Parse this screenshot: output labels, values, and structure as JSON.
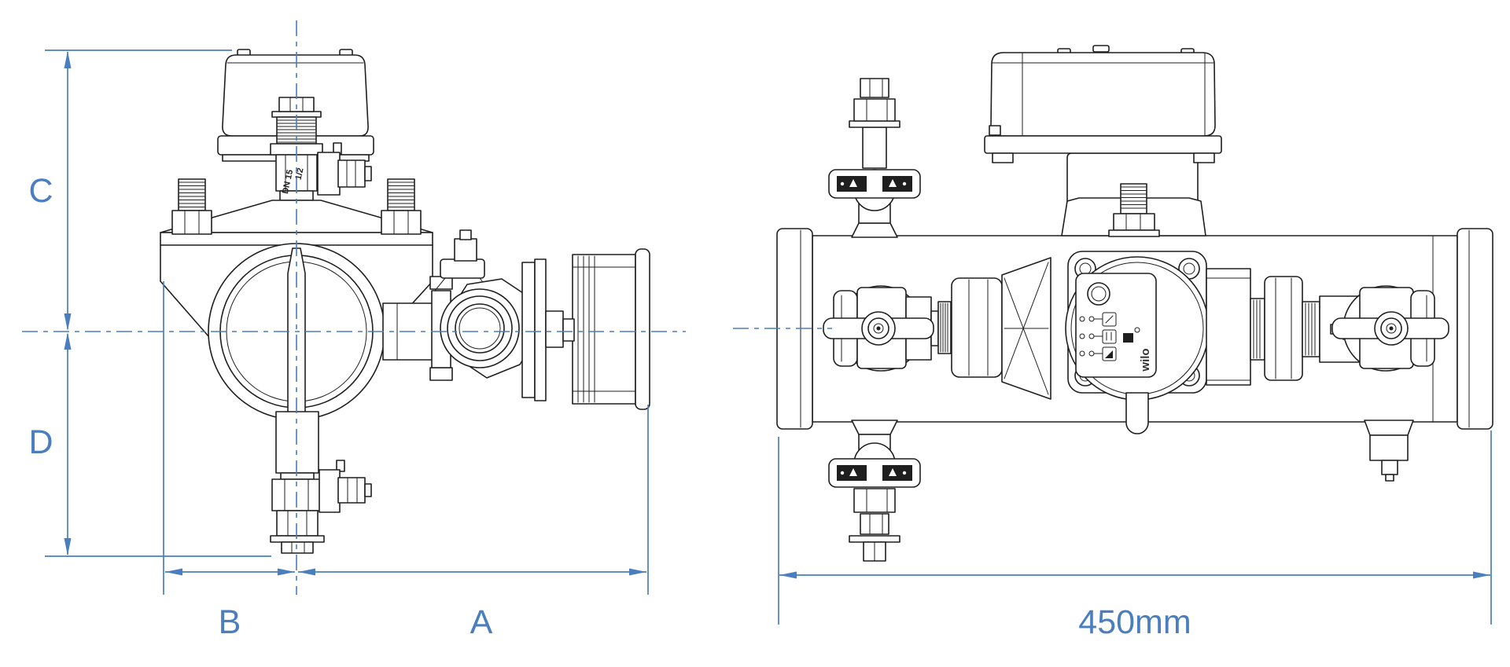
{
  "page": {
    "background": "#ffffff"
  },
  "drawing": {
    "colors": {
      "dimension": "#4a7ebf",
      "line": "#1f1f1f",
      "background": "#ffffff"
    },
    "side_view": {
      "dim_c": "C",
      "dim_d": "D",
      "dim_b": "B",
      "dim_a": "A",
      "stem_marking_dn": "DN 15",
      "stem_marking_size": "1/2"
    },
    "front_view": {
      "dim_width": "450mm",
      "pump_brand": "wilo"
    }
  }
}
